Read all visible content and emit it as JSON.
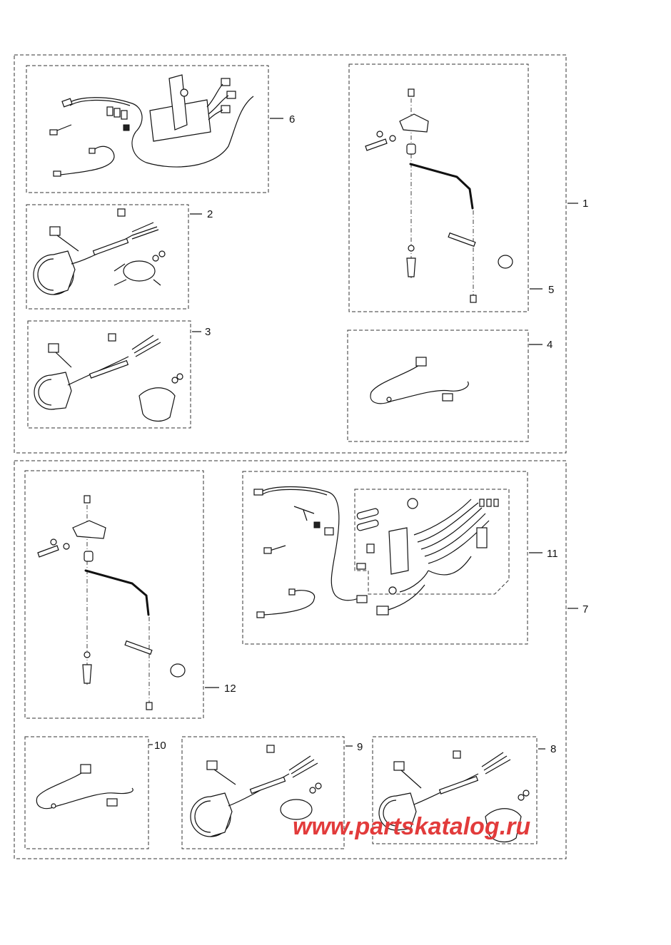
{
  "callouts": {
    "c1": "1",
    "c2": "2",
    "c3": "3",
    "c4": "4",
    "c5": "5",
    "c6": "6",
    "c7": "7",
    "c8": "8",
    "c9": "9",
    "c10": "10",
    "c11": "11",
    "c12": "12"
  },
  "watermark": "www.partskatalog.ru",
  "colors": {
    "line": "#111111",
    "watermark": "#e23b3b"
  }
}
